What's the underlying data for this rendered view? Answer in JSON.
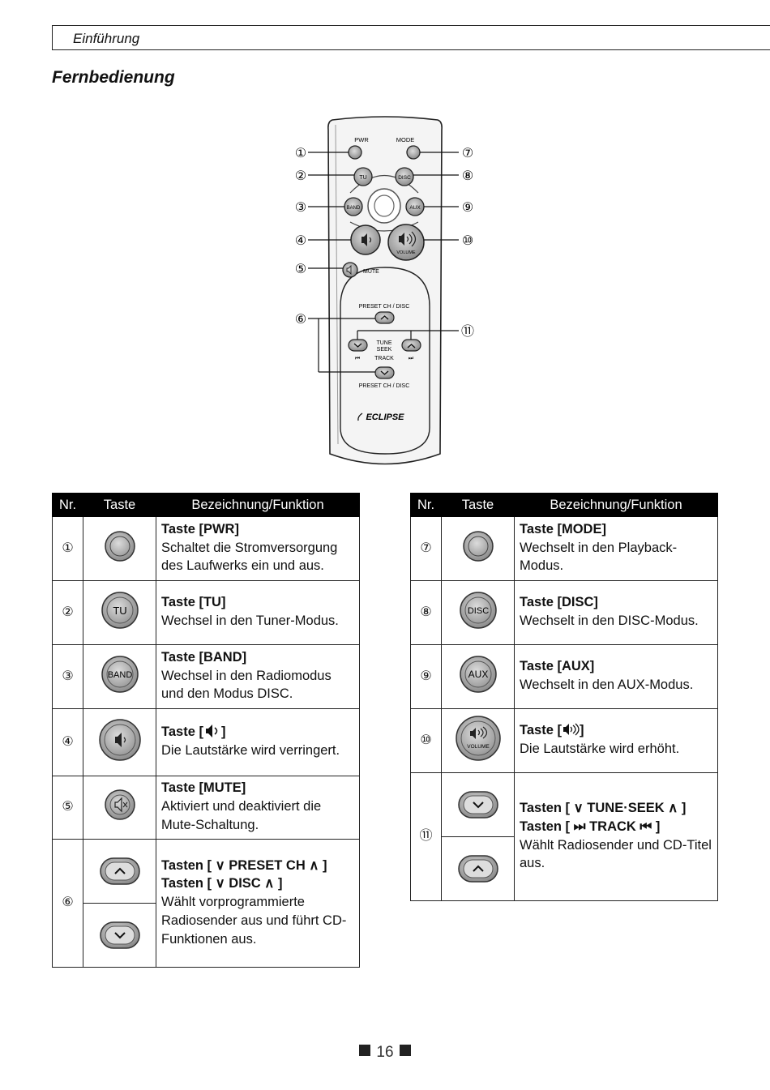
{
  "header": {
    "section": "Einführung"
  },
  "page_title": "Fernbedienung",
  "remote": {
    "pwr": "PWR",
    "mode": "MODE",
    "tu": "TU",
    "disc": "DISC",
    "band": "BAND",
    "aux": "AUX",
    "volume": "VOLUME",
    "mute": "MUTE",
    "preset_top": "PRESET CH / DISC",
    "tune": "TUNE",
    "seek": "SEEK",
    "track": "TRACK",
    "preset_bottom": "PRESET CH / DISC",
    "brand": "ECLIPSE",
    "callouts": [
      "①",
      "②",
      "③",
      "④",
      "⑤",
      "⑥",
      "⑦",
      "⑧",
      "⑨",
      "⑩",
      "⑪"
    ]
  },
  "table_headers": {
    "nr": "Nr.",
    "taste": "Taste",
    "function": "Bezeichnung/Funktion"
  },
  "left_rows": [
    {
      "nr": "①",
      "name": "Taste [PWR]",
      "desc": "Schaltet die Stromversorgung des Laufwerks ein und aus."
    },
    {
      "nr": "②",
      "name": "Taste [TU]",
      "desc": "Wechsel in den Tuner-Modus.",
      "label": "TU"
    },
    {
      "nr": "③",
      "name": "Taste [BAND]",
      "desc": "Wechsel in den Radiomodus und den Modus DISC.",
      "label": "BAND"
    },
    {
      "nr": "④",
      "name_pre": "Taste [",
      "name_post": "]",
      "desc": "Die Lautstärke wird verringert."
    },
    {
      "nr": "⑤",
      "name": "Taste [MUTE]",
      "desc": "Aktiviert und deaktiviert die Mute-Schaltung."
    },
    {
      "nr": "⑥",
      "name1_pre": "Tasten [",
      "name1_mid": "PRESET CH",
      "name1_post": "]",
      "name2_pre": "Tasten [",
      "name2_mid": "DISC",
      "name2_post": "]",
      "desc": "Wählt vorprogrammierte Radiosender aus und führt CD-Funktionen aus."
    }
  ],
  "right_rows": [
    {
      "nr": "⑦",
      "name": "Taste [MODE]",
      "desc": "Wechselt in den Playback-Modus."
    },
    {
      "nr": "⑧",
      "name": "Taste [DISC]",
      "desc": "Wechselt in den DISC-Modus.",
      "label": "DISC"
    },
    {
      "nr": "⑨",
      "name": "Taste [AUX]",
      "desc": "Wechselt in den AUX-Modus.",
      "label": "AUX"
    },
    {
      "nr": "⑩",
      "name_pre": "Taste [",
      "name_post": "]",
      "desc": "Die Lautstärke wird erhöht.",
      "label": "VOLUME"
    },
    {
      "nr": "⑪",
      "name1_pre": "Tasten [",
      "name1_mid": "TUNE·SEEK",
      "name1_post": "]",
      "name2_pre": "Tasten [",
      "name2_mid": "TRACK",
      "name2_post": "]",
      "desc": "Wählt Radiosender und CD-Titel aus."
    }
  ],
  "page_number": "16"
}
